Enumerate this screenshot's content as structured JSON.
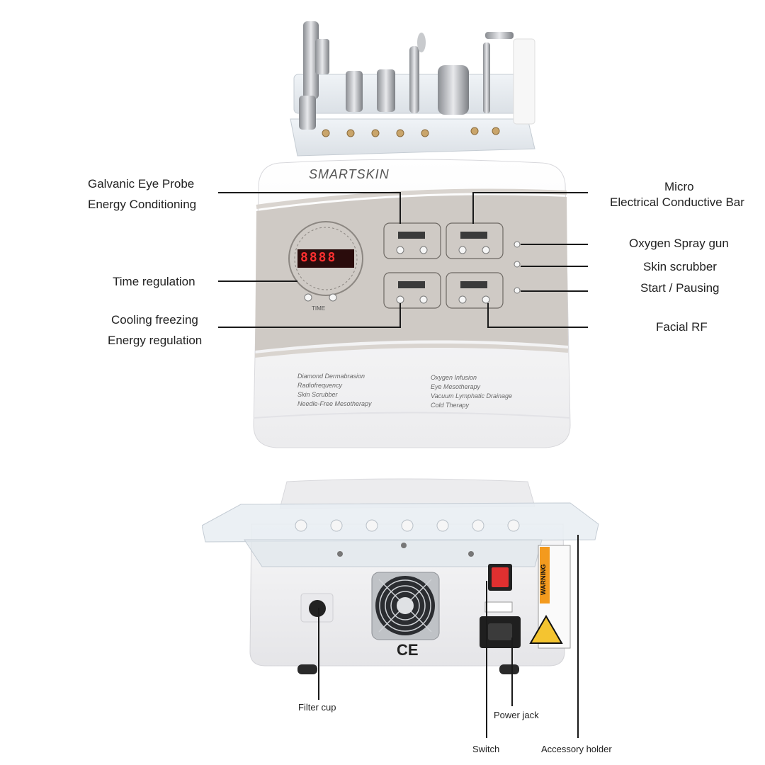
{
  "device": {
    "brand": "SMARTSKIN",
    "display_digits": "8888",
    "time_label": "TIME",
    "features_left": [
      "Diamond Dermabrasion",
      "Radiofrequency",
      "Skin Scrubber",
      "Needle-Free Mesotherapy"
    ],
    "features_right": [
      "Oxygen Infusion",
      "Eye Mesotherapy",
      "Vacuum Lymphatic Drainage",
      "Cold Therapy"
    ],
    "ce_mark": "CE",
    "warning_text": "WARNING"
  },
  "labels": {
    "galvanic_line1": "Galvanic Eye Probe",
    "galvanic_line2": "Energy Conditioning",
    "micro_line1": "Micro",
    "micro_line2": "Electrical Conductive Bar",
    "oxygen": "Oxygen Spray gun",
    "scrubber": "Skin scrubber",
    "start": "Start / Pausing",
    "time": "Time regulation",
    "cooling_line1": "Cooling freezing",
    "cooling_line2": "Energy regulation",
    "rf": "Facial RF",
    "filter": "Filter cup",
    "power": "Power jack",
    "switch": "Switch",
    "accessory": "Accessory holder"
  },
  "colors": {
    "panel_gray": "#cfcac5",
    "body_white": "#f4f4f5",
    "switch_red": "#e03030",
    "warning_yellow": "#f4c430"
  }
}
